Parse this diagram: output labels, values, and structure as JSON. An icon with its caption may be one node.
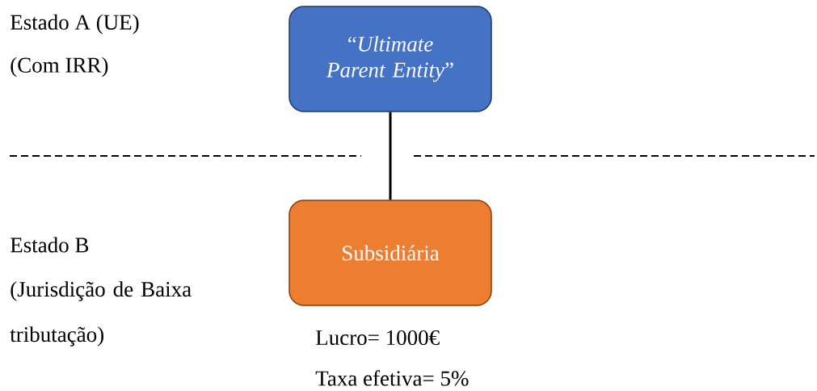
{
  "diagram": {
    "nodes": [
      {
        "text": [
          "“*Ultimate Parent Entity*”"
        ]
      },
      {
        "text": [
          "Subsidiária"
        ],
        "beside": [
          "Lucro= 1000€",
          "Taxa efetiva= 5%"
        ]
      }
    ],
    "edges": [
      {
        "from": 0,
        "to": 1,
        "arrow": "none"
      }
    ],
    "labels": [
      "Estado A (UE)",
      "(Com IRR)",
      "Estado B",
      "(Jurisdição de Baixa tributação)"
    ]
  }
}
